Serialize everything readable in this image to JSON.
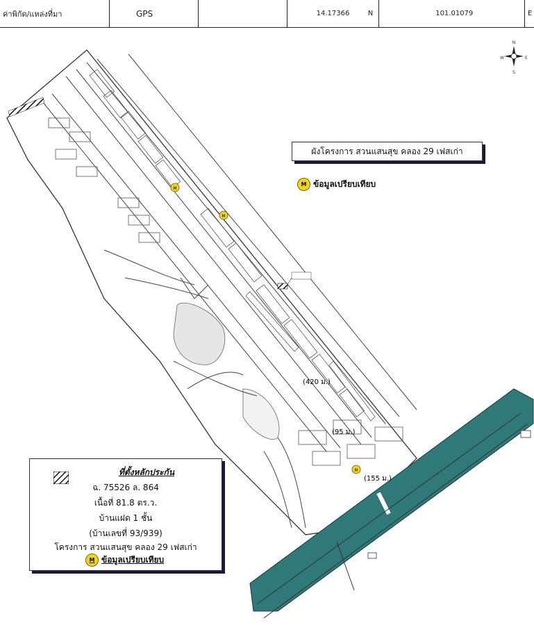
{
  "header": {
    "label": "ค่าพิกัด/แหล่งที่มา",
    "source": "GPS",
    "lat": "14.17366",
    "lat_dir": "N",
    "lon": "101.01079",
    "lon_dir": "E"
  },
  "map": {
    "title": "ผังโครงการ สวนแสนสุข คลอง 29 เฟสเก่า",
    "comparison_label": "ข้อมูลเปรียบเทียบ",
    "marker_letter": "M",
    "dist_420": "(420 ม.)",
    "dist_95": "(95 ม.)",
    "dist_155": "(155 ม.)",
    "compass": {
      "n": "N",
      "s": "S",
      "e": "E",
      "w": "W"
    },
    "colors": {
      "canal": "#2f7a78",
      "road": "#ffffff",
      "lines": "#333333",
      "marker": "#f2d21a",
      "subject": "#1a1a1a"
    }
  },
  "legend": {
    "title": "ที่ตั้งหลักประกัน",
    "deed": "ฉ. 75526 ล. 864",
    "area": "เนื้อที่ 81.8 ตร.ว.",
    "house": "บ้านแฝด 1 ชั้น",
    "house_no": "(บ้านเลขที่ 93/939)",
    "project": "โครงการ สวนแสนสุข คลอง 29 เฟสเก่า",
    "comparison": "ข้อมูลเปรียบเทียบ"
  }
}
